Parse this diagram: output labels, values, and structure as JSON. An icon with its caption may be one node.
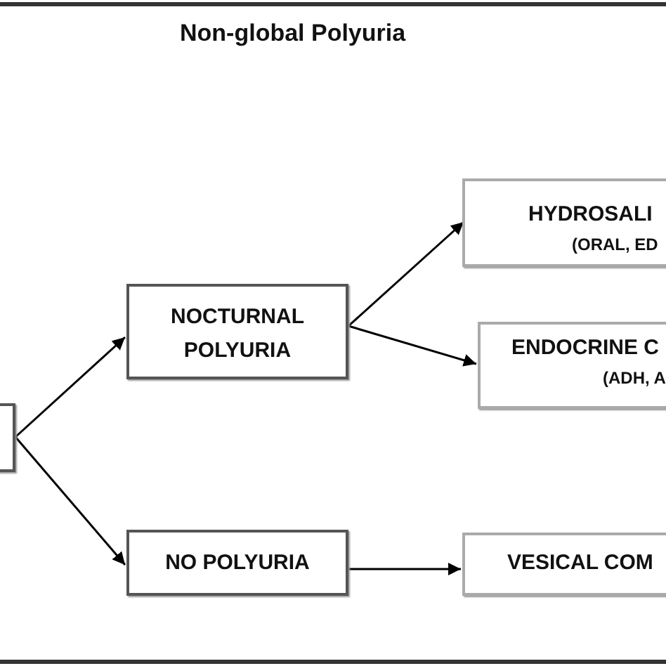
{
  "diagram": {
    "title": "Non-global Polyuria",
    "nodes": [
      {
        "text": [],
        "shape": "box"
      },
      {
        "text": [
          "NOCTURNAL POLYURIA"
        ]
      },
      {
        "text": [
          "NO POLYURIA"
        ]
      },
      {
        "text": [
          "HYDROSALI",
          "(ORAL, ED"
        ]
      },
      {
        "text": [
          "ENDOCRINE C",
          "(ADH, A"
        ]
      },
      {
        "text": [
          "VESICAL COM"
        ]
      }
    ],
    "edges": [
      {
        "from": 0,
        "to": 1,
        "arrow": "to"
      },
      {
        "from": 0,
        "to": 2,
        "arrow": "to"
      },
      {
        "from": 1,
        "to": 3,
        "arrow": "to"
      },
      {
        "from": 1,
        "to": 4,
        "arrow": "to"
      },
      {
        "from": 2,
        "to": 5,
        "arrow": "to"
      }
    ]
  }
}
